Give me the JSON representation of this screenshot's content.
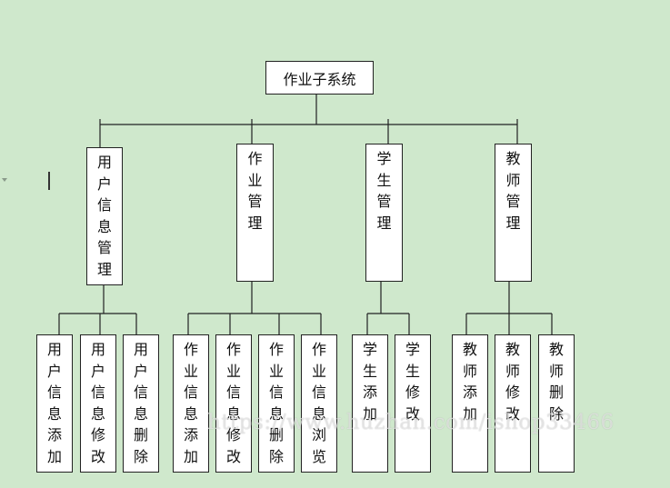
{
  "root": {
    "label": "作业子系统"
  },
  "groups": [
    {
      "label": "用户信息管理",
      "children": [
        "用户信息添加",
        "用户信息修改",
        "用户信息删除"
      ]
    },
    {
      "label": "作业管理",
      "children": [
        "作业信息添加",
        "作业信息修改",
        "作业信息删除",
        "作业信息浏览"
      ]
    },
    {
      "label": "学生管理",
      "children": [
        "学生添加",
        "学生修改"
      ]
    },
    {
      "label": "教师管理",
      "children": [
        "教师添加",
        "教师修改",
        "教师删除"
      ]
    }
  ],
  "watermark": "https://www.huzhan.com/ishop33466",
  "colors": {
    "background": "#cfe8cc",
    "box_fill": "#ffffff",
    "line": "#222222"
  }
}
